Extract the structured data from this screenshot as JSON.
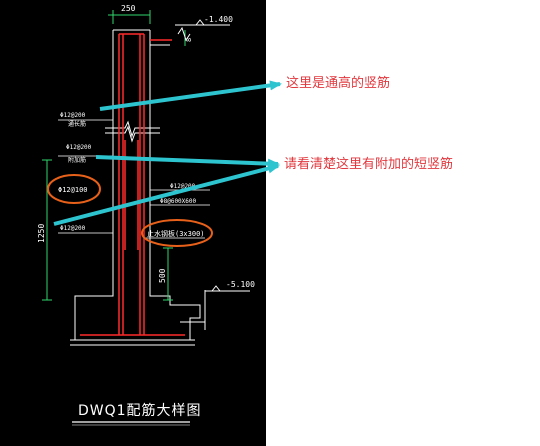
{
  "drawing": {
    "title": "DWQ1配筋大样图",
    "dims": {
      "top_width": "250",
      "height": "1250",
      "lower": "500",
      "slab_mark": "8"
    },
    "elevations": {
      "top": "-1.400",
      "bottom": "-5.100"
    },
    "rebar": {
      "left_upper": "Φ12@200",
      "left_upper_sub": "通长筋",
      "left_mid": "Φ12@200",
      "left_mid_sub": "附加筋",
      "left_circled": "Φ12@100",
      "left_lower": "Φ12@200",
      "right_mid": "Φ12@200",
      "right_beam": "Φ8@600X600",
      "right_circled": "止水钢板(3x300)"
    }
  },
  "notes": {
    "through_bar": "这里是通高的竖筋",
    "short_bar": "请看清楚这里有附加的短竖筋"
  },
  "colors": {
    "cad_bg": "#000000",
    "wall": "#ffffff",
    "rebar": "#ff2a2a",
    "dimension": "#2fd66b",
    "annotation": "#ffffff",
    "highlight": "#e8611a",
    "arrow": "#2ec4cf",
    "note_text": "#e0383e"
  }
}
